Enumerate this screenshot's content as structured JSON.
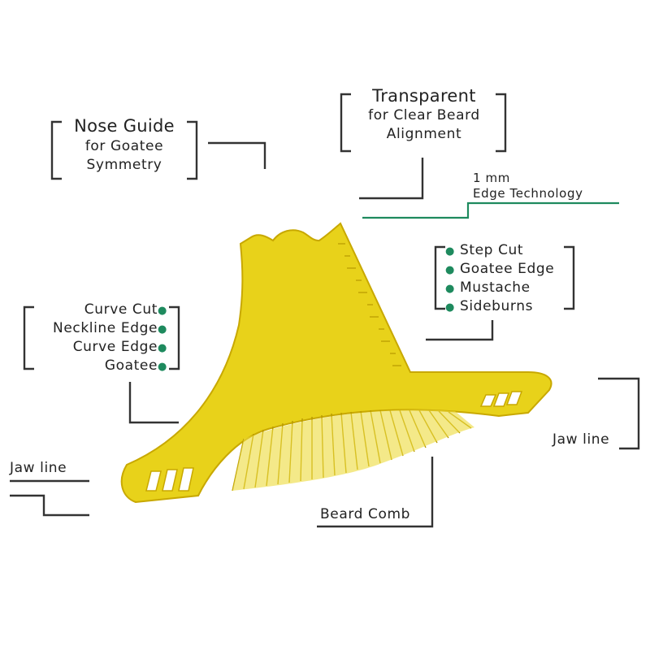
{
  "colors": {
    "comb_yellow": "#e8d21a",
    "comb_edge": "#c8a800",
    "line": "#333333",
    "accent_green": "#1e8a5e",
    "background": "#ffffff"
  },
  "callouts": {
    "nose_guide": {
      "title": "Nose Guide",
      "line1": "for Goatee",
      "line2": "Symmetry"
    },
    "transparent": {
      "title": "Transparent",
      "line1": "for Clear Beard",
      "line2": "Alignment"
    },
    "edge_tech": {
      "line1": "1 mm",
      "line2": "Edge Technology"
    },
    "right_list": {
      "items": [
        "Step Cut",
        "Goatee Edge",
        "Mustache",
        "Sideburns"
      ],
      "bullet": "●"
    },
    "left_list": {
      "items": [
        "Curve Cut",
        "Neckline Edge",
        "Curve Edge",
        "Goatee"
      ],
      "bullet": "●"
    },
    "jaw_left": "Jaw line",
    "jaw_right": "Jaw line",
    "beard_comb": "Beard Comb"
  },
  "product": {
    "name": "beard shaping template comb"
  }
}
